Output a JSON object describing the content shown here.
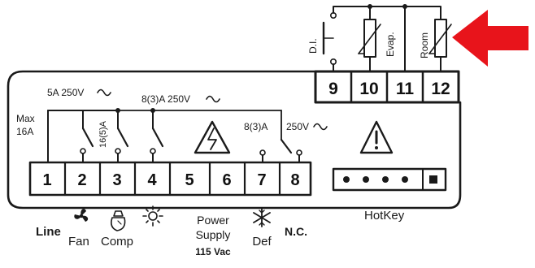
{
  "top_block": {
    "terminals": [
      "9",
      "10",
      "11",
      "12"
    ],
    "sensors": [
      {
        "label": "D.I."
      },
      {
        "label": "Evap."
      },
      {
        "label": "Room"
      }
    ]
  },
  "main_block": {
    "terminals": [
      "1",
      "2",
      "3",
      "4",
      "5",
      "6",
      "7",
      "8"
    ],
    "ratings": {
      "max_label": "Max\n16A",
      "fan_rating": "5A 250V",
      "comp_rating": "16(5)A",
      "relay_rating": "8(3)A 250V",
      "def_rating": "8(3)A",
      "def_voltage": "250V"
    },
    "functions": {
      "line": "Line",
      "fan": "Fan",
      "comp": "Comp",
      "power_supply": "Power\nSupply",
      "voltage": "115 Vac",
      "def": "Def",
      "nc": "N.C."
    },
    "hotkey_label": "HotKey"
  },
  "colors": {
    "arrow": "#e8141b",
    "ink": "#1a1a1a"
  },
  "icons": [
    "warning-icon",
    "fan-icon",
    "compressor-icon",
    "light-icon",
    "defrost-icon",
    "arrow-icon"
  ]
}
